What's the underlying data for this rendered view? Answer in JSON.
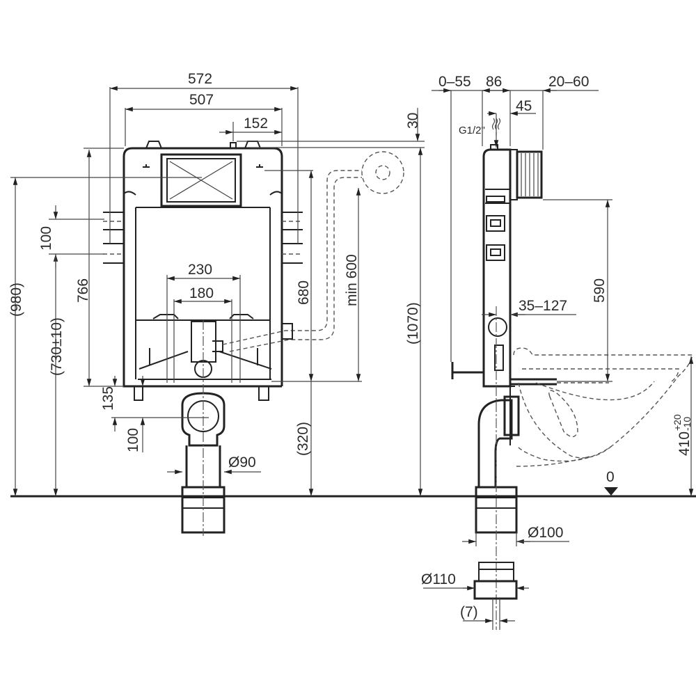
{
  "front_view": {
    "width_572": "572",
    "width_507": "507",
    "offset_152": "152",
    "offset_30": "30",
    "height_980": "(980)",
    "height_730": "(730±10)",
    "height_766": "766",
    "spacing_100_top": "100",
    "height_135": "135",
    "spacing_100_bottom": "100",
    "bolt_230": "230",
    "bolt_180": "180",
    "height_680": "680",
    "min_600": "min 600",
    "height_1070": "(1070)",
    "height_320": "(320)",
    "diameter_90": "Ø90"
  },
  "side_view": {
    "depth_0_55": "0–55",
    "depth_86": "86",
    "depth_20_60": "20–60",
    "depth_45": "45",
    "inlet_thread": "G1/2\"",
    "height_590": "590",
    "range_35_127": "35–127",
    "seat_height": "410",
    "seat_tol_plus": "+20",
    "seat_tol_minus": "-10",
    "floor_level": "0",
    "diameter_100": "Ø100",
    "diameter_110": "Ø110",
    "offset_7": "(7)"
  }
}
